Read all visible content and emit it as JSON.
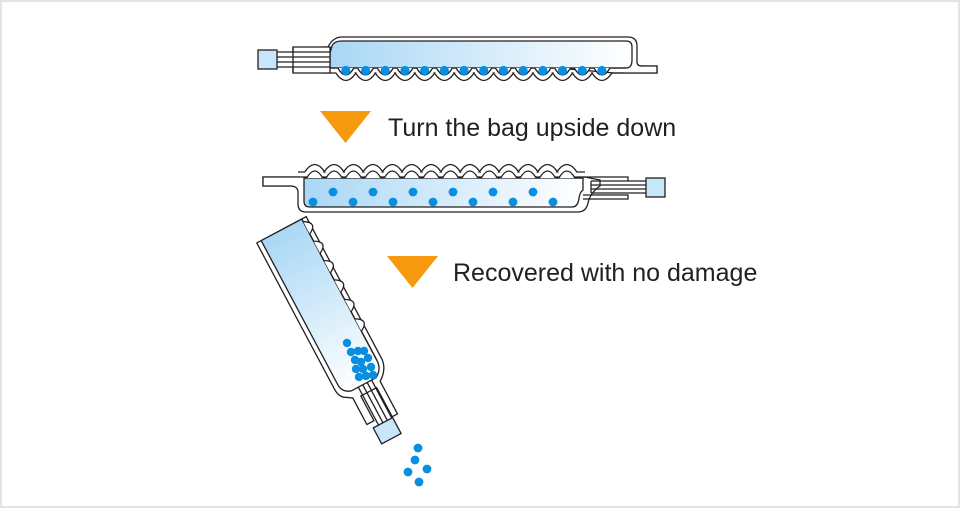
{
  "diagram": {
    "title": "Bead recovery from bag",
    "steps": [
      {
        "id": "step-1",
        "label": "Turn the bag upside down",
        "marker": "down-triangle-icon"
      },
      {
        "id": "step-2",
        "label": "Recovered with no damage",
        "marker": "down-triangle-icon"
      }
    ],
    "stages": [
      {
        "name": "bag-horizontal-beads-in-pockets",
        "bead_count": 14
      },
      {
        "name": "bag-flipped-beads-floating",
        "bead_count": 13
      },
      {
        "name": "bag-tilted-beads-pouring-out",
        "bead_count_inside": 13,
        "bead_count_falling": 5
      }
    ],
    "colors": {
      "arrow": "#f7990c",
      "bead": "#0a8fe0",
      "liquid_dark": "#a7d6f5",
      "liquid_light": "#ffffff",
      "outline": "#231f20",
      "connector_cap": "#c8e6fa",
      "frame_border": "#e4e4e4"
    }
  }
}
